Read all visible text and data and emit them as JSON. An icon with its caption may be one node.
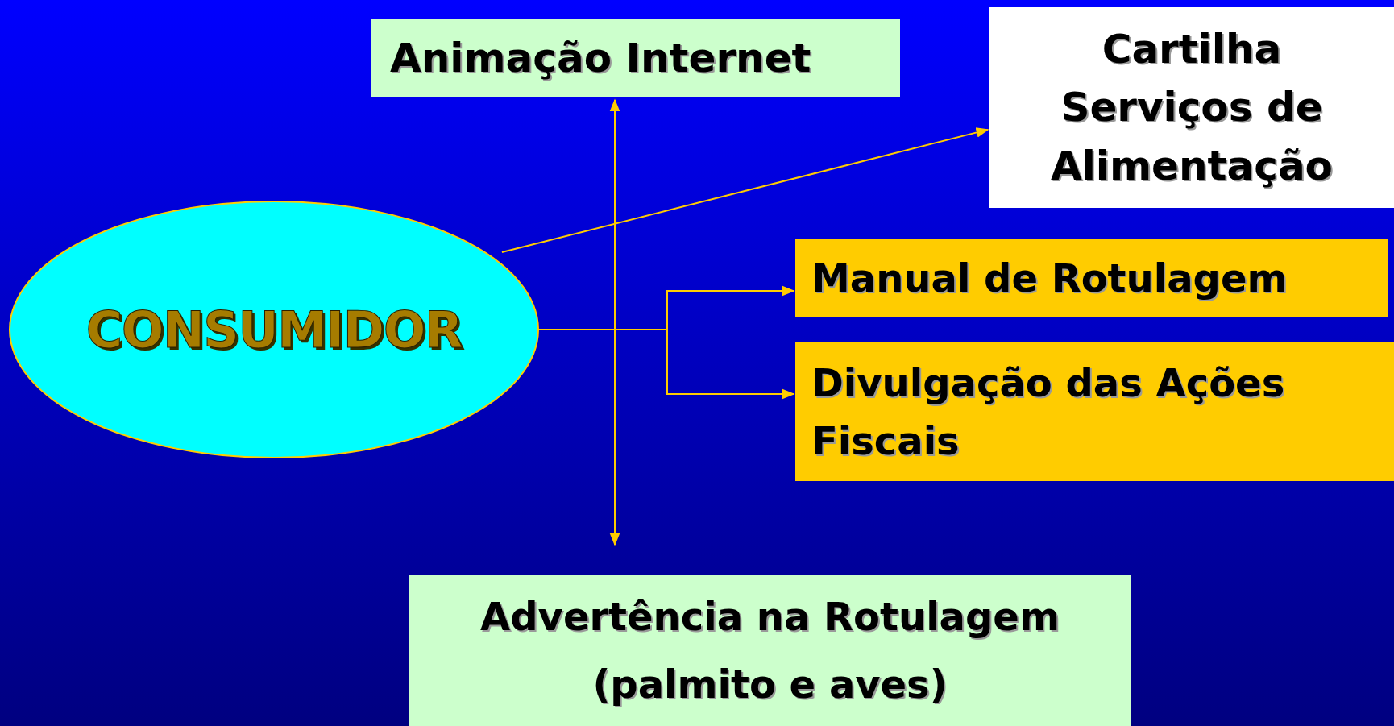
{
  "diagram": {
    "nodes": [
      {
        "text": [
          "CONSUMIDOR"
        ]
      },
      {
        "text": [
          "Animação Internet"
        ]
      },
      {
        "text": [
          "Cartilha Serviços de Alimentação"
        ]
      },
      {
        "text": [
          "Manual de Rotulagem"
        ]
      },
      {
        "text": [
          "Divulgação das Ações Fiscais"
        ]
      },
      {
        "text": [
          "Advertência na Rotulagem",
          "(palmito e aves)"
        ]
      }
    ],
    "edges": [
      {
        "from": 0,
        "to": 1,
        "arrow": "to"
      },
      {
        "from": 0,
        "to": 5,
        "arrow": "to"
      },
      {
        "from": 0,
        "to": 2,
        "arrow": "to"
      },
      {
        "from": 0,
        "to": 3,
        "arrow": "to"
      },
      {
        "from": 0,
        "to": 4,
        "arrow": "to"
      }
    ]
  }
}
